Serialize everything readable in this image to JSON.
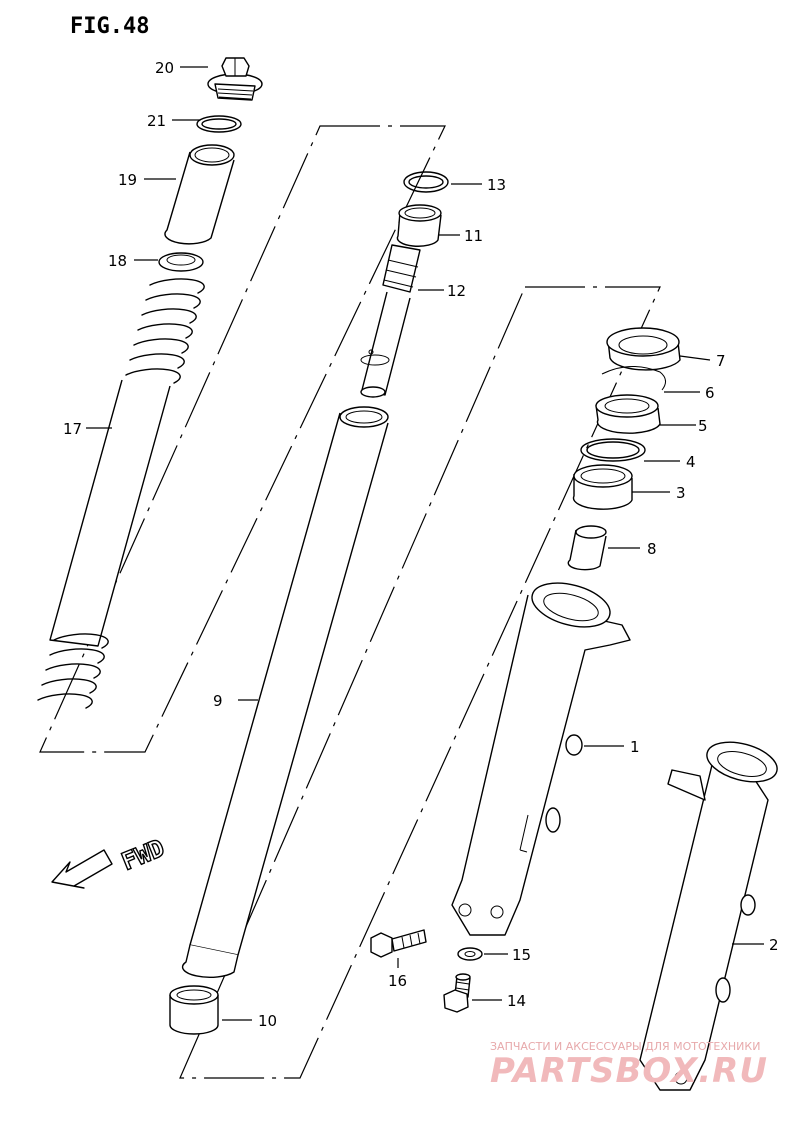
{
  "figure": {
    "title": "FIG.48"
  },
  "direction_label": "FWD",
  "watermark": {
    "caption": "ЗАПЧАСТИ И АКСЕССУАРЫ ДЛЯ МОТОТЕХНИКИ",
    "brand": "PARTSBOX.RU",
    "color": "#f1b9bb"
  },
  "callouts": [
    {
      "id": "c1",
      "label": "1"
    },
    {
      "id": "c2",
      "label": "2"
    },
    {
      "id": "c3",
      "label": "3"
    },
    {
      "id": "c4",
      "label": "4"
    },
    {
      "id": "c5",
      "label": "5"
    },
    {
      "id": "c6",
      "label": "6"
    },
    {
      "id": "c7",
      "label": "7"
    },
    {
      "id": "c8",
      "label": "8"
    },
    {
      "id": "c9",
      "label": "9"
    },
    {
      "id": "c10",
      "label": "10"
    },
    {
      "id": "c11",
      "label": "11"
    },
    {
      "id": "c12",
      "label": "12"
    },
    {
      "id": "c13",
      "label": "13"
    },
    {
      "id": "c14",
      "label": "14"
    },
    {
      "id": "c15",
      "label": "15"
    },
    {
      "id": "c16",
      "label": "16"
    },
    {
      "id": "c17",
      "label": "17"
    },
    {
      "id": "c18",
      "label": "18"
    },
    {
      "id": "c19",
      "label": "19"
    },
    {
      "id": "c20",
      "label": "20"
    },
    {
      "id": "c21",
      "label": "21"
    }
  ]
}
